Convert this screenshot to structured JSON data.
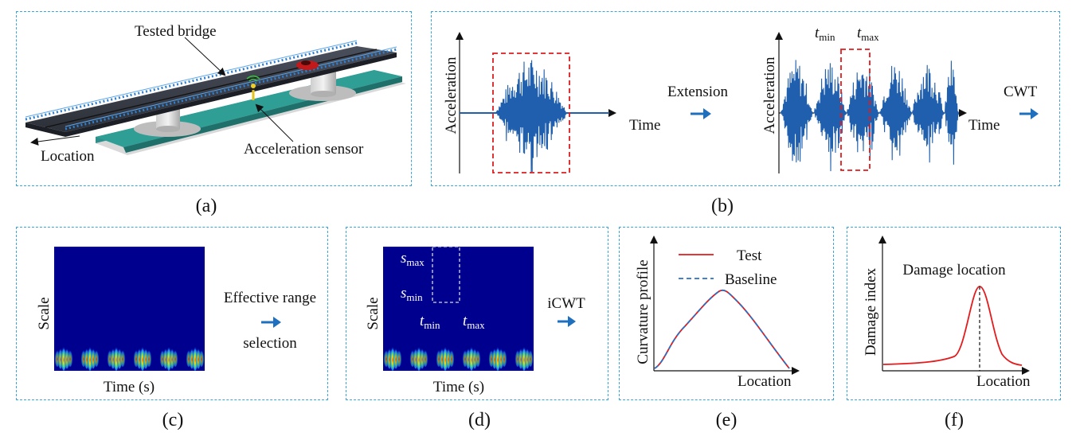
{
  "panels": {
    "a": {
      "caption": "(a)",
      "label_bridge": "Tested bridge",
      "label_location": "Location",
      "label_sensor": "Acceleration sensor"
    },
    "b": {
      "caption": "(b)",
      "ylabel": "Acceleration",
      "xlabel": "Time",
      "extension_label": "Extension",
      "ylabel2": "Acceleration",
      "xlabel2": "Time",
      "t_sym": "t",
      "min_sub": "min",
      "max_sub": "max",
      "cwt_label": "CWT"
    },
    "c": {
      "caption": "(c)",
      "ylabel": "Scale",
      "xlabel": "Time (s)",
      "step_line1": "Effective range",
      "step_line2": "selection"
    },
    "d": {
      "caption": "(d)",
      "ylabel": "Scale",
      "xlabel": "Time (s)",
      "s_sym": "s",
      "t_sym": "t",
      "min_sub": "min",
      "max_sub": "max",
      "icwt_label": "iCWT"
    },
    "e": {
      "caption": "(e)",
      "ylabel": "Curvature profile",
      "xlabel": "Location",
      "legend": [
        {
          "name": "Test",
          "color": "#e41a1c",
          "style": "solid"
        },
        {
          "name": "Baseline",
          "color": "#2f6fc0",
          "style": "dashed"
        }
      ]
    },
    "f": {
      "caption": "(f)",
      "ylabel": "Damage index",
      "xlabel": "Location",
      "annotation": "Damage location"
    }
  },
  "colors": {
    "panel_border": "#3ba6dd",
    "signal": "#1f5fae",
    "arrow": "#1f6fbf",
    "window": "#e41a1c",
    "test_curve": "#e41a1c",
    "baseline_curve": "#2f6fc0",
    "scalogram_bg": "#00008f"
  }
}
